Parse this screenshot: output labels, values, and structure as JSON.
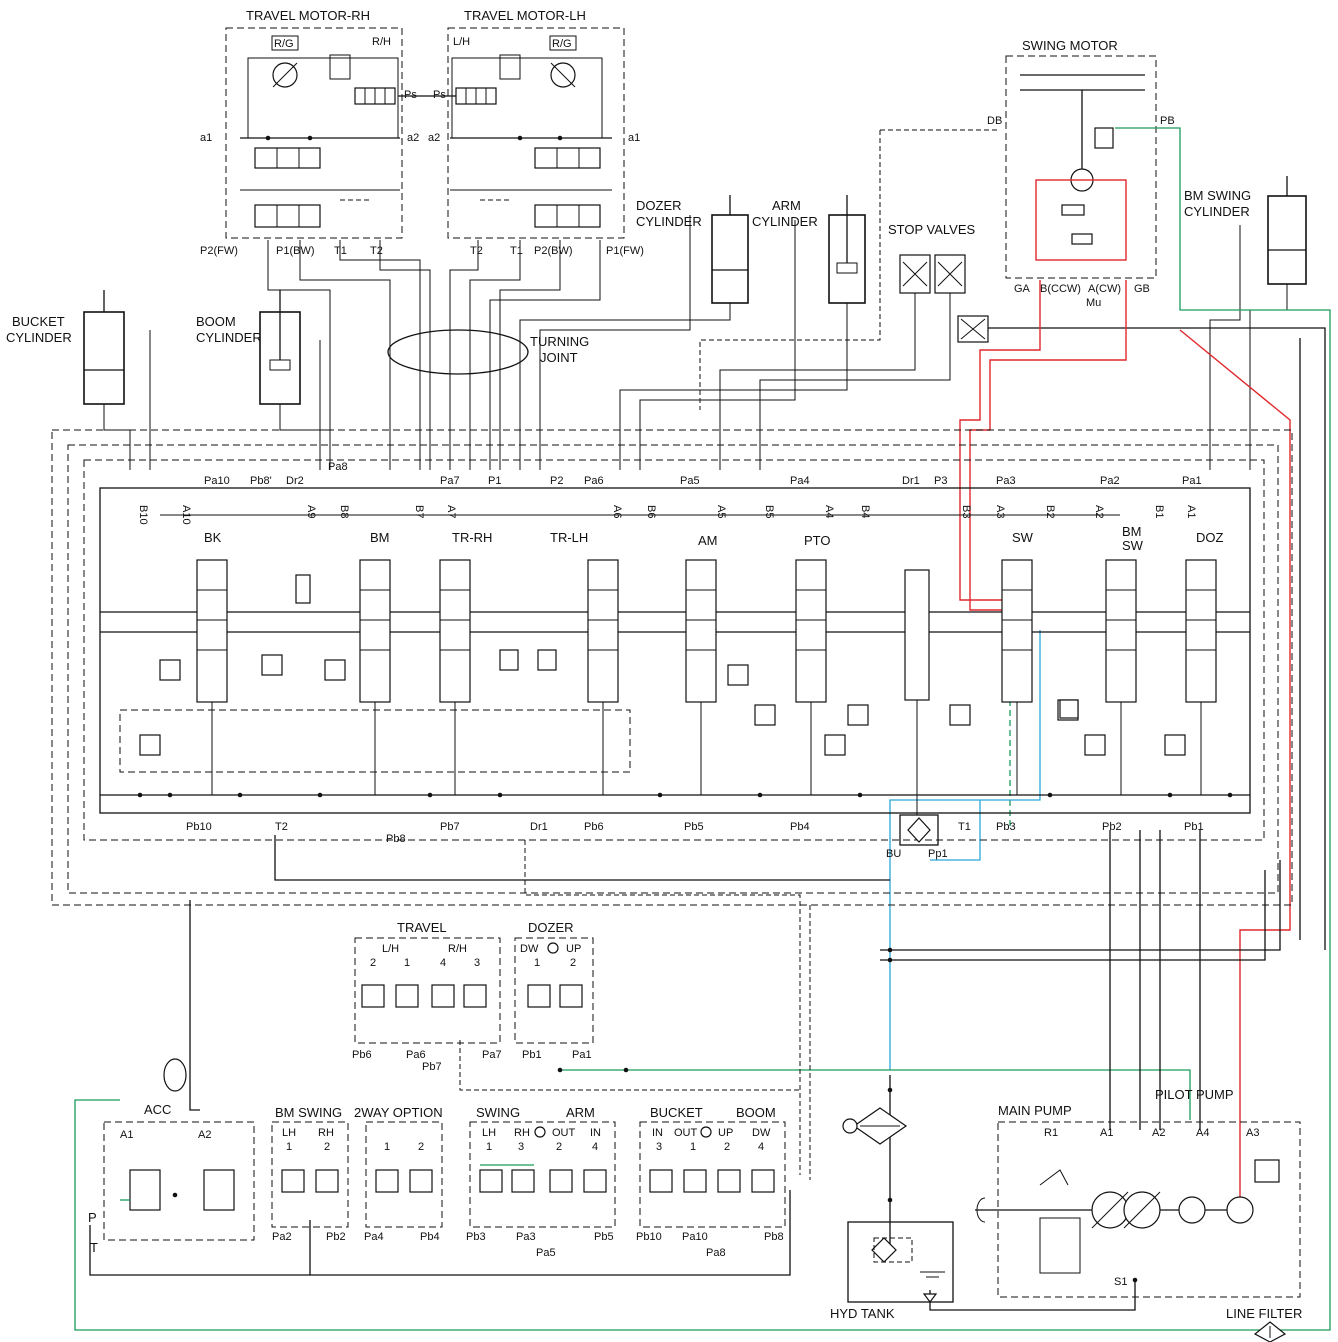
{
  "diagram": {
    "components": {
      "travel_motor_rh": "TRAVEL MOTOR-RH",
      "travel_motor_lh": "TRAVEL MOTOR-LH",
      "swing_motor": "SWING MOTOR",
      "dozer_cylinder_1": "DOZER",
      "dozer_cylinder_2": "CYLINDER",
      "arm_cylinder_1": "ARM",
      "arm_cylinder_2": "CYLINDER",
      "stop_valves": "STOP VALVES",
      "bm_swing_cylinder_1": "BM SWING",
      "bm_swing_cylinder_2": "CYLINDER",
      "bucket_cylinder_1": "BUCKET",
      "bucket_cylinder_2": "CYLINDER",
      "boom_cylinder_1": "BOOM",
      "boom_cylinder_2": "CYLINDER",
      "turning_joint_1": "TURNING",
      "turning_joint_2": "JOINT",
      "acc": "ACC",
      "hyd_tank": "HYD TANK",
      "main_pump": "MAIN PUMP",
      "pilot_pump": "PILOT PUMP",
      "line_filter": "LINE FILTER"
    },
    "motor_labels": {
      "rg_rh": "R/G",
      "rh": "R/H",
      "rg_lh": "R/G",
      "lh": "L/H",
      "ps_rh": "Ps",
      "ps_lh": "Ps",
      "a1_rh": "a1",
      "a2_rh": "a2",
      "a2_lh": "a2",
      "a1_lh": "a1",
      "p2fw_rh": "P2(FW)",
      "p1bw_rh": "P1(BW)",
      "t1_rh": "T1",
      "t2_rh": "T2",
      "t2_lh": "T2",
      "t1_lh": "T1",
      "p2bw_lh": "P2(BW)",
      "p1fw_lh": "P1(FW)"
    },
    "swing_labels": {
      "db": "DB",
      "pb": "PB",
      "ga": "GA",
      "bccw": "B(CCW)",
      "acw": "A(CW)",
      "gb": "GB",
      "mu": "Mu"
    },
    "ports_top": [
      "B10",
      "A10",
      "Pa10",
      "Pb8'",
      "Dr2",
      "A9",
      "B8",
      "Pa8",
      "B7",
      "A7",
      "Pa7",
      "P1",
      "P2",
      "Pa6",
      "A6",
      "B6",
      "Pa5",
      "A5",
      "B5",
      "Pa4",
      "A4",
      "B4",
      "Dr1",
      "P3",
      "B3",
      "A3",
      "Pa3",
      "B2",
      "A2",
      "Pa2",
      "B1",
      "A1",
      "Pa1"
    ],
    "spools": [
      "BK",
      "BM",
      "TR-RH",
      "TR-LH",
      "AM",
      "PTO",
      "SW",
      "BM",
      "SW",
      "DOZ"
    ],
    "ports_bottom": [
      "Pb10",
      "T2",
      "Pb8",
      "Pb7",
      "Dr1",
      "Pb6",
      "Pb5",
      "Pb4",
      "BU",
      "Pp1",
      "T1",
      "Pb3",
      "Pb2",
      "Pb1"
    ],
    "pilot_travel": {
      "title": "TRAVEL",
      "lh": "L/H",
      "rh": "R/H",
      "n2": "2",
      "n1": "1",
      "n4": "4",
      "n3": "3",
      "pb6": "Pb6",
      "pa6": "Pa6",
      "pb7": "Pb7",
      "pa7": "Pa7"
    },
    "pilot_dozer": {
      "title": "DOZER",
      "dw": "DW",
      "up": "UP",
      "n1": "1",
      "n2": "2",
      "pb1": "Pb1",
      "pa1": "Pa1"
    },
    "pilot_acc": {
      "a1": "A1",
      "a2": "A2",
      "p": "P",
      "t": "T"
    },
    "pilot_bmswing": {
      "title": "BM SWING",
      "lh": "LH",
      "rh": "RH",
      "n1": "1",
      "n2": "2",
      "pa2": "Pa2",
      "pb2": "Pb2"
    },
    "pilot_2way": {
      "title": "2WAY OPTION",
      "n1": "1",
      "n2": "2",
      "pa4": "Pa4",
      "pb4": "Pb4"
    },
    "pilot_swing_arm": {
      "swing": "SWING",
      "arm": "ARM",
      "lh": "LH",
      "rh": "RH",
      "out": "OUT",
      "in": "IN",
      "n1": "1",
      "n3": "3",
      "n2": "2",
      "n4": "4",
      "pb3": "Pb3",
      "pa3": "Pa3",
      "pa5": "Pa5",
      "pb5": "Pb5"
    },
    "pilot_bucket_boom": {
      "bucket": "BUCKET",
      "boom": "BOOM",
      "in": "IN",
      "out": "OUT",
      "up": "UP",
      "dw": "DW",
      "n3": "3",
      "n1": "1",
      "n2": "2",
      "n4": "4",
      "pb10": "Pb10",
      "pa10": "Pa10",
      "pa8": "Pa8",
      "pb8": "Pb8"
    },
    "pump_labels": {
      "r1": "R1",
      "a1": "A1",
      "a2": "A2",
      "a4": "A4",
      "a3": "A3",
      "s1": "S1"
    },
    "colors": {
      "pressure_line": "#e0282c",
      "pilot_line": "#1a9a5a",
      "return_line": "#2aa7d8",
      "ink": "#111111"
    }
  }
}
